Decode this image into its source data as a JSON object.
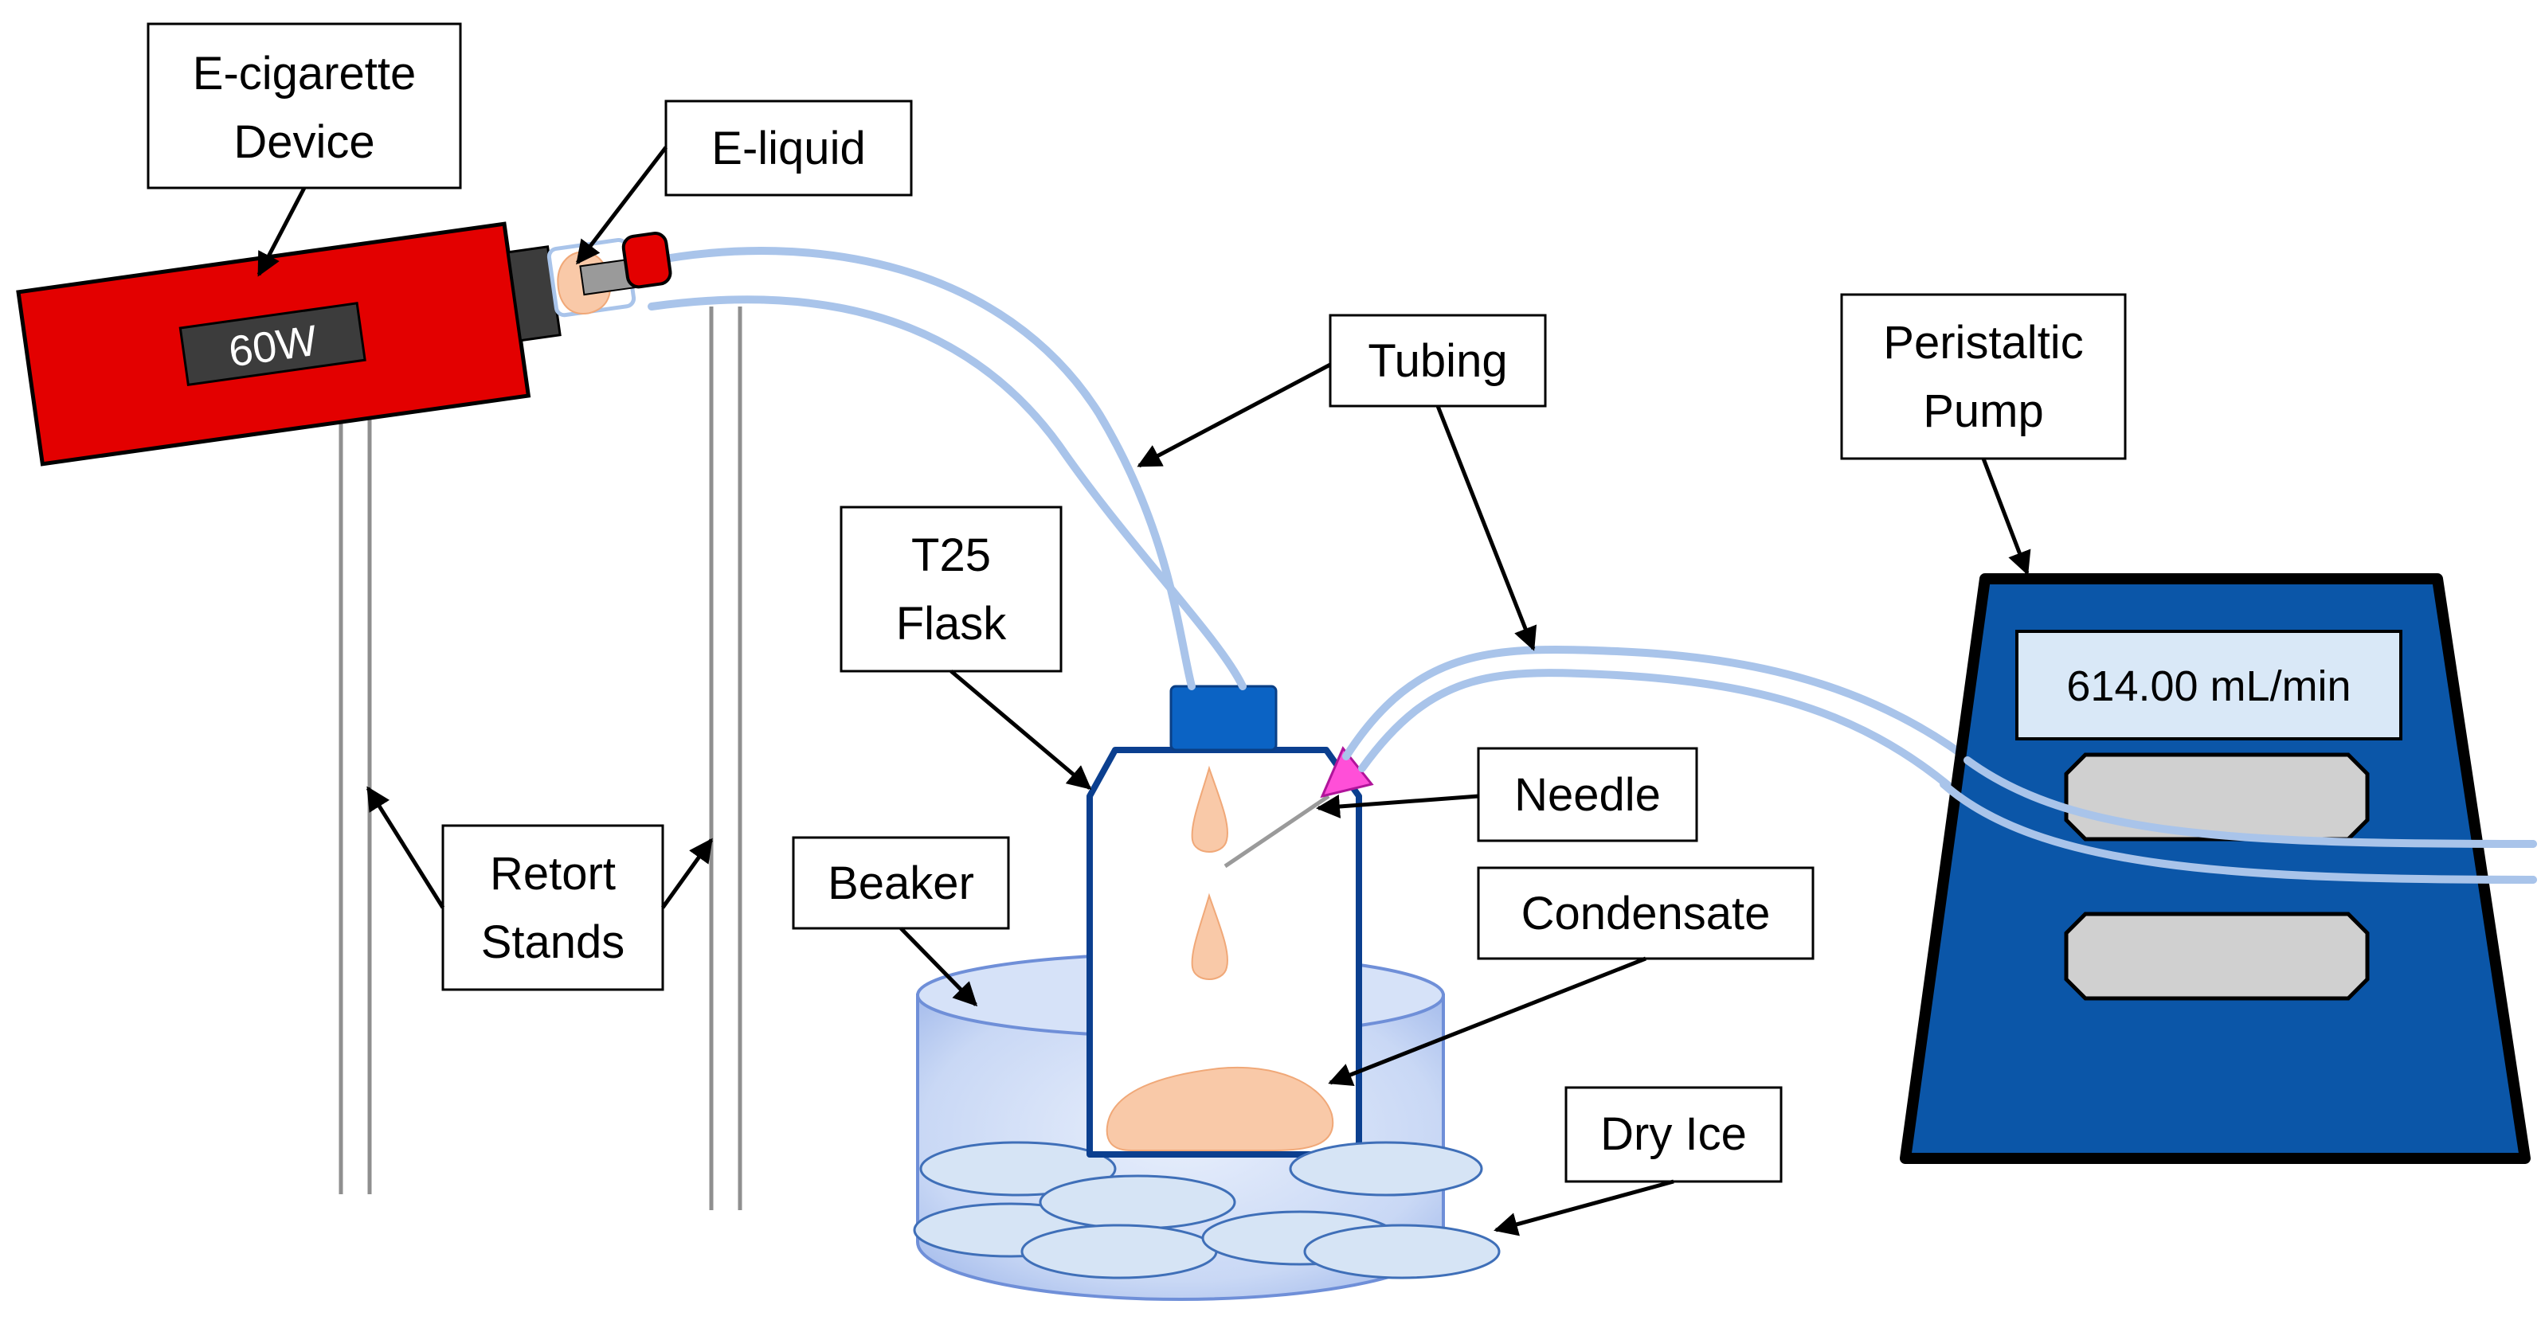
{
  "labels": {
    "ecig_device_line1": "E-cigarette",
    "ecig_device_line2": "Device",
    "eliquid": "E-liquid",
    "tubing": "Tubing",
    "peristaltic_pump_line1": "Peristaltic",
    "peristaltic_pump_line2": "Pump",
    "t25_flask_line1": "T25",
    "t25_flask_line2": "Flask",
    "needle": "Needle",
    "condensate": "Condensate",
    "beaker": "Beaker",
    "retort_stands_line1": "Retort",
    "retort_stands_line2": "Stands",
    "dry_ice": "Dry Ice"
  },
  "device": {
    "display": "60W",
    "body_color": "#e30000",
    "display_color": "#3c3c3c"
  },
  "pump": {
    "display": "614.00 mL/min",
    "body_color": "#0b56a8",
    "screen_color": "#d9e8f7",
    "button_color": "#d0d0d0"
  },
  "colors": {
    "tubing": "#a9c4ea",
    "condensate": "#f9c9a8",
    "flask_outline": "#0b3f8f",
    "flask_cap": "#0b63c4",
    "needle_hub": "#ff4fd8",
    "beaker": "#c8d8f6",
    "dry_ice": "#d6e4f5"
  },
  "icons": {
    "ecig_device": "vape-mod-icon",
    "flask": "t25-flask-icon",
    "beaker": "beaker-icon",
    "pump": "peristaltic-pump-icon",
    "needle": "needle-icon"
  }
}
